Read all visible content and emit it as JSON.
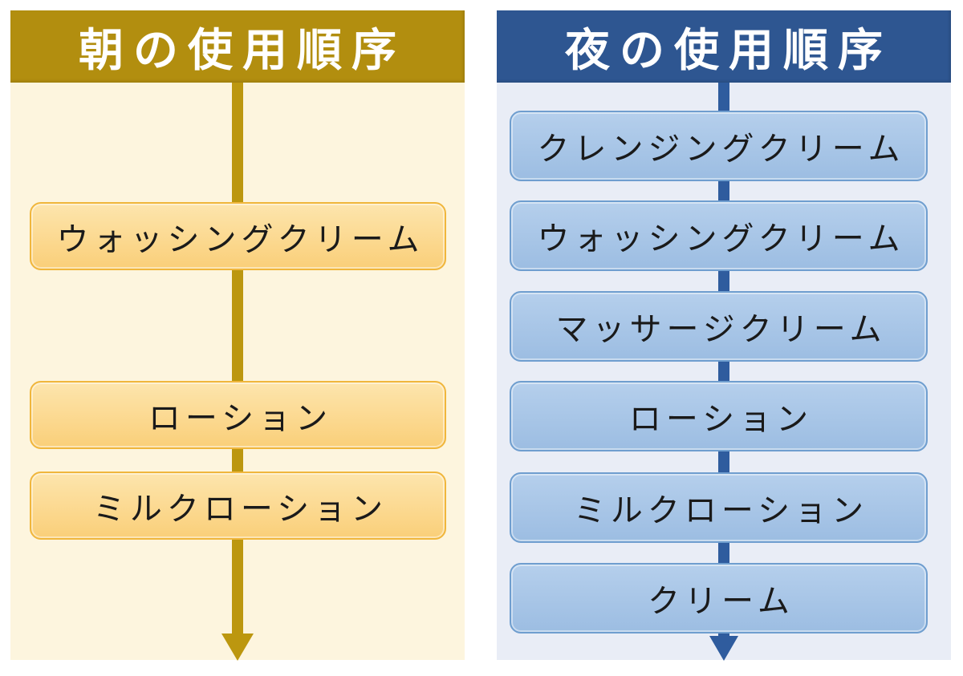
{
  "diagram": {
    "columns": [
      {
        "id": "morning",
        "title": "朝の使用順序",
        "items": [
          "ウォッシングクリーム",
          "ローション",
          "ミルクローション"
        ],
        "theme": {
          "header_bg": "#B28E0F",
          "header_text": "#FFFFFF",
          "body_bg": "#FDF5DE",
          "arrow": "#BC970F",
          "box_border": "#F0B63C",
          "box_fill_top": "#FDE5AD",
          "box_fill_bottom": "#FACF79",
          "box_text": "#1A1A1A"
        }
      },
      {
        "id": "night",
        "title": "夜の使用順序",
        "items": [
          "クレンジングクリーム",
          "ウォッシングクリーム",
          "マッサージクリーム",
          "ローション",
          "ミルクローション",
          "クリーム"
        ],
        "theme": {
          "header_bg": "#2E5691",
          "header_text": "#FFFFFF",
          "body_bg": "#E9EDF6",
          "arrow": "#2F5C9E",
          "box_border": "#6F9ECF",
          "box_fill_top": "#B5CFEC",
          "box_fill_bottom": "#9CBDE2",
          "box_text": "#1A1A1A"
        }
      }
    ]
  }
}
